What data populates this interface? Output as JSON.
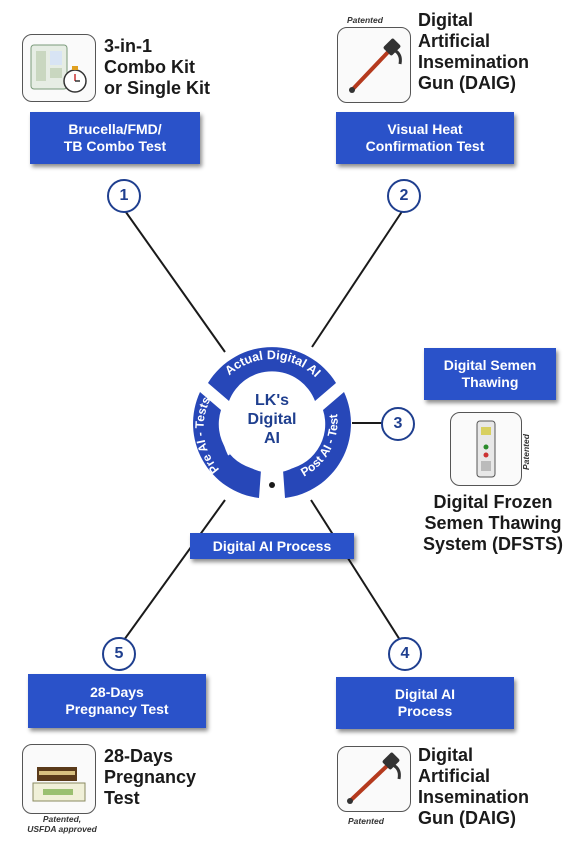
{
  "center": {
    "title_lines": [
      "LK's",
      "Digital",
      "AI"
    ],
    "ring_top": "Actual Digital AI",
    "ring_left": "Pre AI - Tests",
    "ring_right": "Post AI - Test",
    "process_label": "Digital AI Process",
    "colors": {
      "ring": "#2747b8",
      "hub": "#ffffff",
      "text": "#1f3f8f"
    }
  },
  "steps": [
    {
      "number": "1",
      "box_lines": [
        "Brucella/FMD/",
        "TB Combo Test"
      ],
      "caption_lines": [
        "3-in-1",
        "Combo Kit",
        "or Single Kit"
      ],
      "icon": "combo-kit-icon"
    },
    {
      "number": "2",
      "box_lines": [
        "Visual Heat",
        "Confirmation Test"
      ],
      "caption_lines": [
        "Digital",
        "Artificial",
        "Insemination",
        "Gun (DAIG)"
      ],
      "note": "Patented",
      "icon": "insemination-gun-icon"
    },
    {
      "number": "3",
      "box_lines": [
        "Digital Semen",
        "Thawing"
      ],
      "caption_lines": [
        "Digital Frozen",
        "Semen Thawing",
        "System (DFSTS)"
      ],
      "note": "Patented",
      "icon": "semen-thawer-icon"
    },
    {
      "number": "4",
      "box_lines": [
        "Digital AI",
        "Process"
      ],
      "caption_lines": [
        "Digital",
        "Artificial",
        "Insemination",
        "Gun (DAIG)"
      ],
      "note": "Patented",
      "icon": "insemination-gun-icon"
    },
    {
      "number": "5",
      "box_lines": [
        "28-Days",
        "Pregnancy Test"
      ],
      "caption_lines": [
        "28-Days",
        "Pregnancy",
        "Test"
      ],
      "note_lines": [
        "Patented,",
        "USFDA approved"
      ],
      "icon": "pregnancy-test-icon"
    }
  ],
  "colors": {
    "box": "#2a52c9",
    "line": "#1a1a1a",
    "number_circle": "#1f3f8f"
  }
}
